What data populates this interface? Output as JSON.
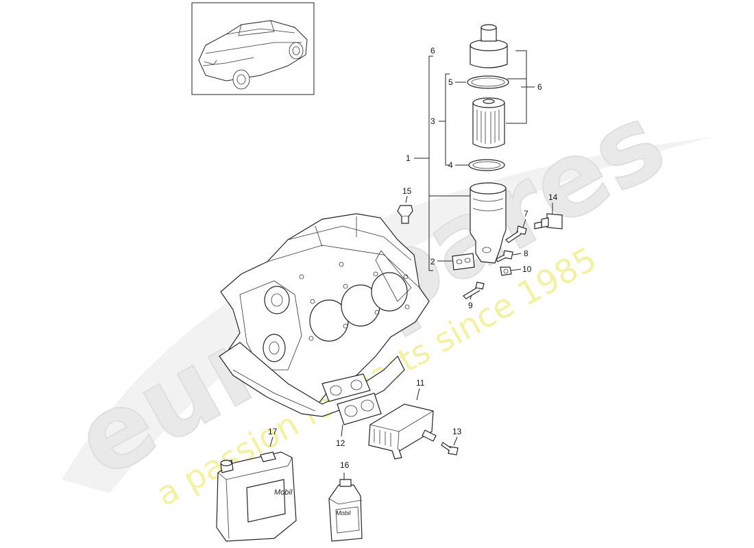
{
  "diagram": {
    "callouts": [
      "1",
      "2",
      "3",
      "4",
      "5",
      "6",
      "6",
      "7",
      "8",
      "9",
      "10",
      "11",
      "12",
      "13",
      "14",
      "15",
      "16",
      "17"
    ],
    "labels": {
      "jerrycan_brand": "Mobil",
      "bottle_brand": "Mobil"
    },
    "watermark": {
      "brand": "eurospares",
      "tagline": "a passion for parts since 1985",
      "brand_color": "#e8e8e8",
      "tagline_color": "#f1f0a0"
    }
  }
}
